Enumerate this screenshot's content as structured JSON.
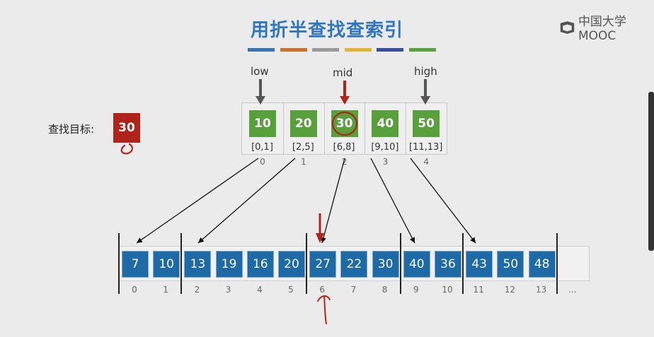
{
  "title": "用折半查找查索引",
  "logo_text": "中国大学MOOC",
  "colors": {
    "title": "#2f75bf",
    "index_key": "#57a03c",
    "array_cell": "#1e6aa6",
    "target": "#b0231b",
    "stripes": [
      "#3b74b2",
      "#cf6f2c",
      "#9a9a9a",
      "#e0b630",
      "#3a4f9e",
      "#5aa33c"
    ]
  },
  "target": {
    "label": "查找目标:",
    "value": "30"
  },
  "pointers": {
    "low": "low",
    "mid": "mid",
    "high": "high"
  },
  "index_table": [
    {
      "key": "10",
      "range": "[0,1]",
      "idx": "0"
    },
    {
      "key": "20",
      "range": "[2,5]",
      "idx": "1"
    },
    {
      "key": "30",
      "range": "[6,8]",
      "idx": "2"
    },
    {
      "key": "40",
      "range": "[9,10]",
      "idx": "3"
    },
    {
      "key": "50",
      "range": "[11,13]",
      "idx": "4"
    }
  ],
  "array": [
    "7",
    "10",
    "13",
    "19",
    "16",
    "20",
    "27",
    "22",
    "30",
    "40",
    "36",
    "43",
    "50",
    "48"
  ],
  "array_indices": [
    "0",
    "1",
    "2",
    "3",
    "4",
    "5",
    "6",
    "7",
    "8",
    "9",
    "10",
    "11",
    "12",
    "13",
    "..."
  ],
  "icons": [
    "mooc-logo-icon",
    "down-arrow-icon",
    "circle-annotation-icon",
    "up-arrow-annotation-icon"
  ]
}
